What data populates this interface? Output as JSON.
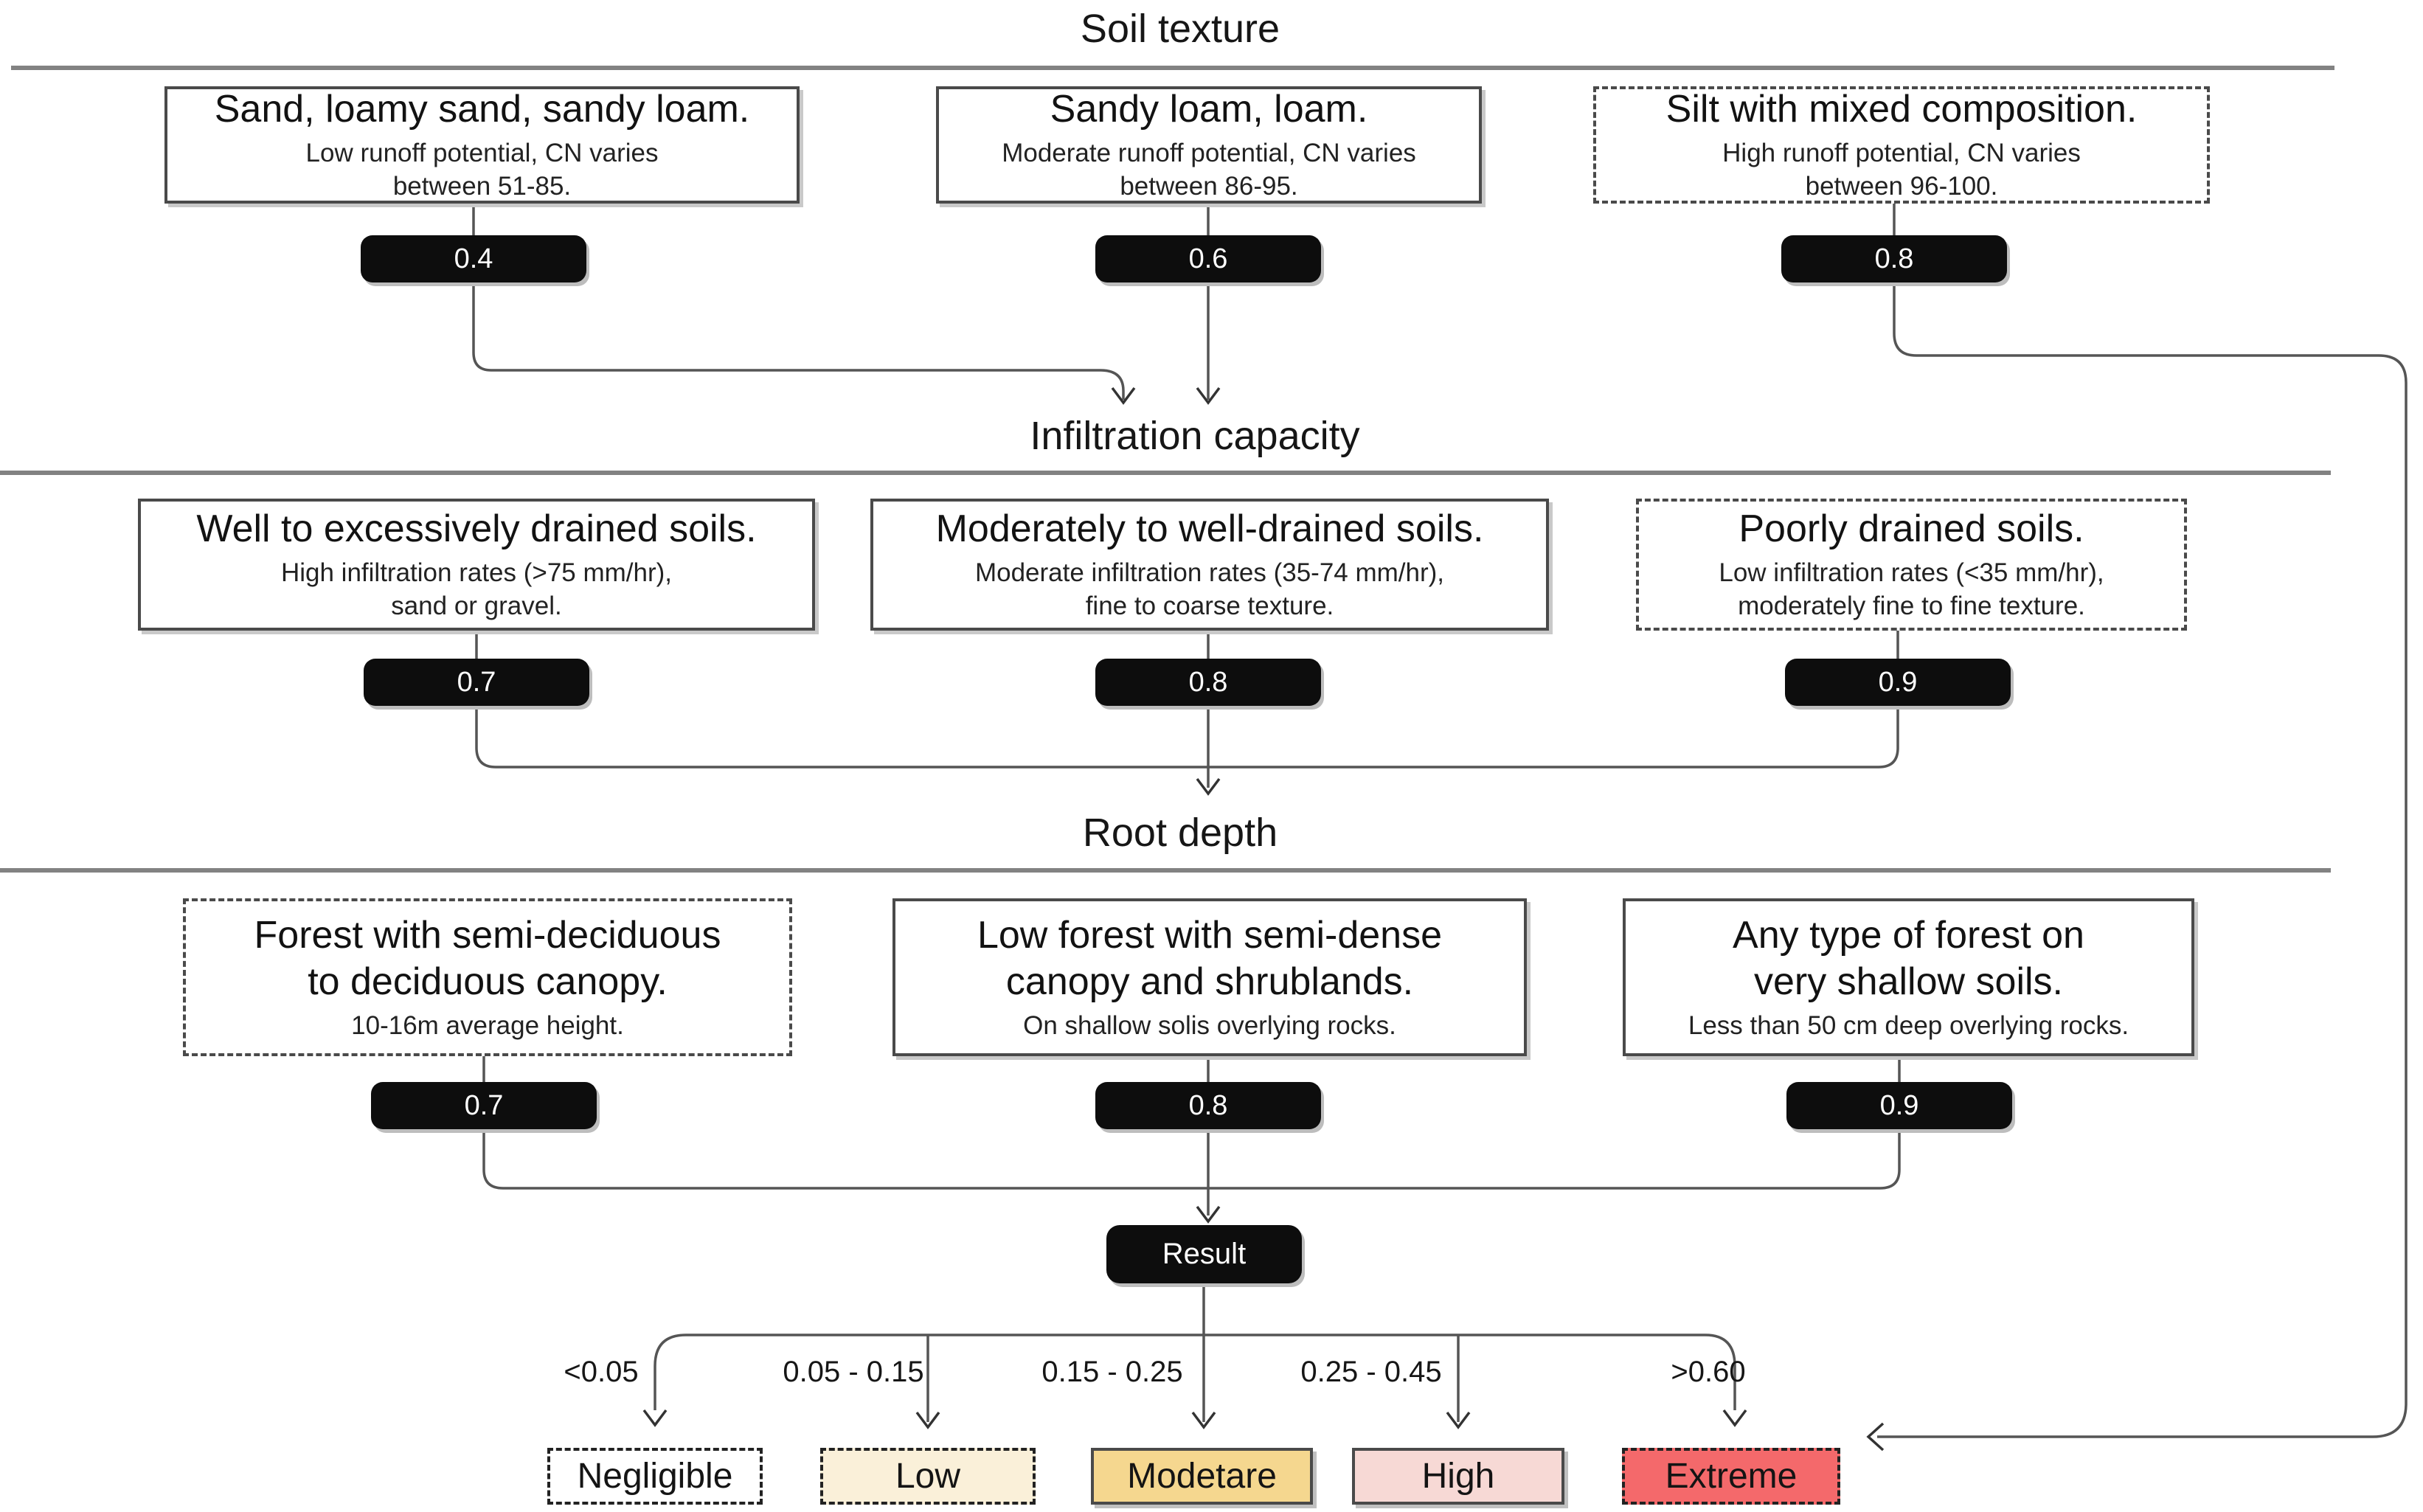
{
  "diagram": {
    "sections": [
      {
        "title": "Soil texture",
        "boxes": [
          {
            "heading": "Sand, loamy sand, sandy loam.",
            "desc": "Low runoff potential, CN varies\nbetween 51-85.",
            "weight": "0.4",
            "style": "solid"
          },
          {
            "heading": "Sandy loam, loam.",
            "desc": "Moderate runoff potential, CN varies\nbetween 86-95.",
            "weight": "0.6",
            "style": "solid"
          },
          {
            "heading": "Silt with mixed composition.",
            "desc": "High runoff potential, CN varies\nbetween 96-100.",
            "weight": "0.8",
            "style": "dashed"
          }
        ]
      },
      {
        "title": "Infiltration capacity",
        "boxes": [
          {
            "heading": "Well to excessively drained soils.",
            "desc": "High infiltration rates (>75 mm/hr),\nsand or gravel.",
            "weight": "0.7",
            "style": "solid"
          },
          {
            "heading": "Moderately to well-drained soils.",
            "desc": "Moderate infiltration rates (35-74 mm/hr),\nfine to coarse texture.",
            "weight": "0.8",
            "style": "solid"
          },
          {
            "heading": "Poorly drained soils.",
            "desc": "Low infiltration rates (<35 mm/hr),\nmoderately fine to fine texture.",
            "weight": "0.9",
            "style": "dashed"
          }
        ]
      },
      {
        "title": "Root depth",
        "boxes": [
          {
            "heading": "Forest with semi-deciduous\nto deciduous canopy.",
            "desc": "10-16m average height.",
            "weight": "0.7",
            "style": "dashed"
          },
          {
            "heading": "Low forest with semi-dense\ncanopy and shrublands.",
            "desc": "On shallow solis overlying rocks.",
            "weight": "0.8",
            "style": "solid"
          },
          {
            "heading": "Any type of forest on\nvery shallow soils.",
            "desc": "Less than 50 cm deep overlying rocks.",
            "weight": "0.9",
            "style": "solid"
          }
        ]
      }
    ],
    "result_label": "Result",
    "branches": [
      {
        "threshold": "<0.05",
        "label": "Negligible",
        "fill": "#ffffff",
        "border": "dashed"
      },
      {
        "threshold": "0.05 - 0.15",
        "label": "Low",
        "fill": "#faf0d9",
        "border": "dashed"
      },
      {
        "threshold": "0.15 - 0.25",
        "label": "Modetare",
        "fill": "#f5d78f",
        "border": "solid"
      },
      {
        "threshold": "0.25 - 0.45",
        "label": "High",
        "fill": "#f7d9d5",
        "border": "solid"
      },
      {
        "threshold": ">0.60",
        "label": "Extreme",
        "fill": "#f4696b",
        "border": "dashed"
      }
    ],
    "colors": {
      "badge_bg": "#0d0d0d",
      "badge_text": "#ffffff",
      "connector": "#555555",
      "divider": "#828282",
      "box_border": "#4a4a4a"
    }
  }
}
